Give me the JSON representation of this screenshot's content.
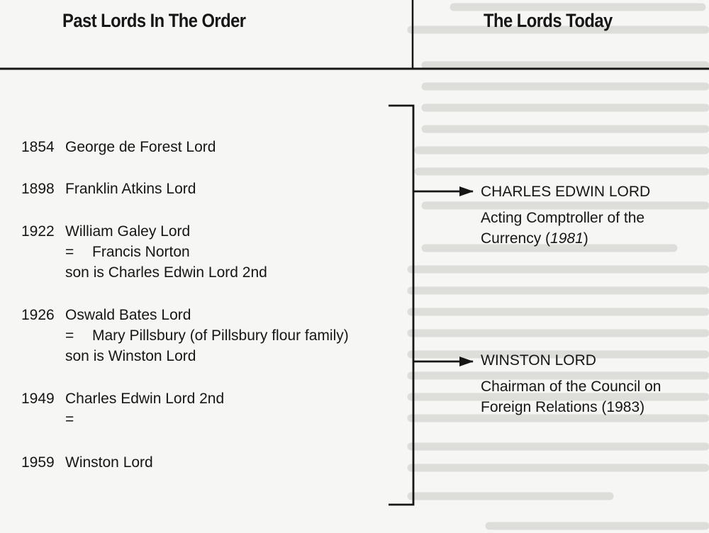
{
  "header": {
    "left_title": "Past Lords In The Order",
    "right_title": "The Lords Today"
  },
  "past_lords": [
    {
      "year": "1854",
      "name": "George de Forest Lord"
    },
    {
      "year": "1898",
      "name": "Franklin Atkins Lord"
    },
    {
      "year": "1922",
      "name": "William Galey Lord",
      "spouse": "Francis Norton",
      "child": "son is Charles Edwin Lord 2nd"
    },
    {
      "year": "1926",
      "name": "Oswald Bates Lord",
      "spouse": "Mary Pillsbury (of Pillsbury flour family)",
      "child": "son is Winston Lord"
    },
    {
      "year": "1949",
      "name": "Charles Edwin Lord 2nd",
      "spouse": ""
    },
    {
      "year": "1959",
      "name": "Winston Lord"
    }
  ],
  "equals_symbol": "=",
  "lords_today": [
    {
      "name": "CHARLES EDWIN LORD",
      "role_text": "Acting Comptroller of the Currency (",
      "role_year": "1981",
      "role_close": ")"
    },
    {
      "name": "WINSTON LORD",
      "role_text": "Chairman of the Council on Foreign Relations (1983)",
      "role_year": "",
      "role_close": ""
    }
  ]
}
